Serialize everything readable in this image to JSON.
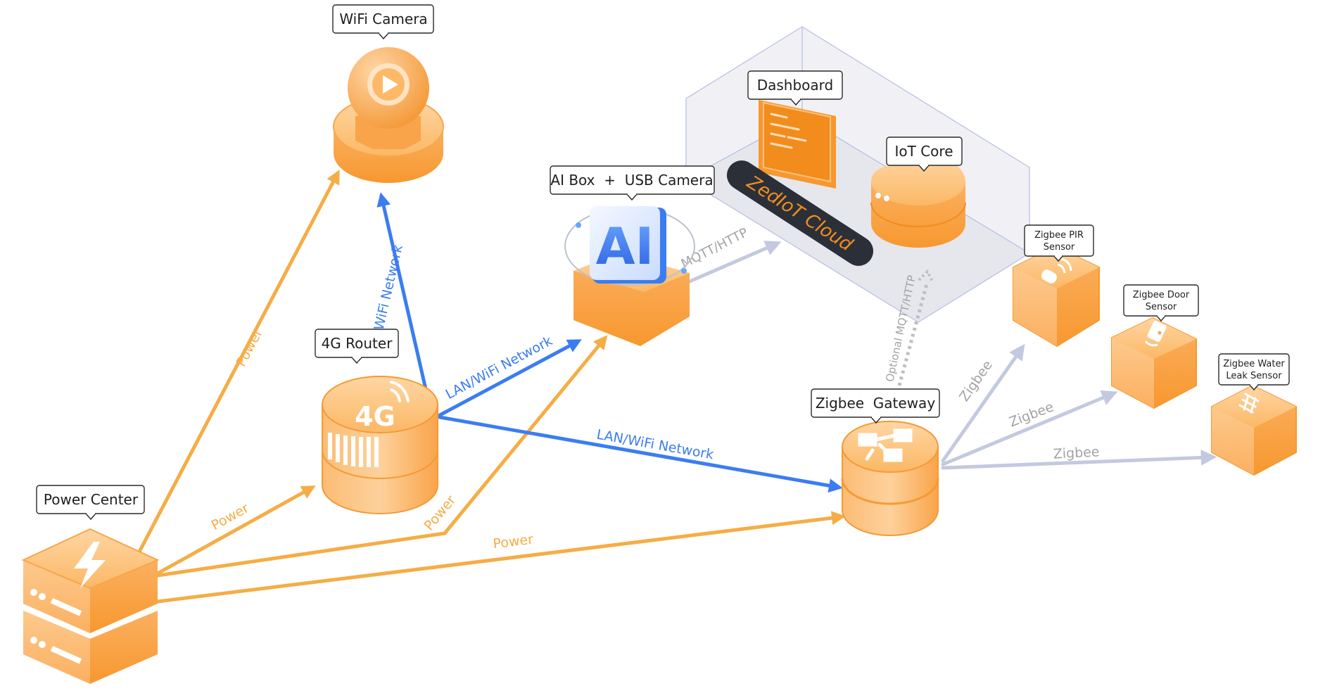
{
  "colors": {
    "orange_light": "#fcc27e",
    "orange_mid": "#f9a44a",
    "orange_dark": "#f28c1d",
    "power_line": "#f5ad45",
    "network_line": "#3b7df1",
    "zigbee_line": "#c3c9de",
    "cloud_box_fill": "#ececf1",
    "cloud_box_stroke": "#b6bde0",
    "cloud_badge": "#2b3038",
    "cloud_badge_text": "#f28c1d"
  },
  "devices": {
    "wifi_camera": "WiFi Camera",
    "router": "4G Router",
    "router_glyph": "4G",
    "ai_box": "AI Box  +  USB Camera",
    "ai_glyph": "AI",
    "dashboard": "Dashboard",
    "iot_core": "IoT Core",
    "power_center": "Power Center",
    "zigbee_gateway": "Zigbee  Gateway",
    "pir_sensor_line1": "Zigbee PIR",
    "pir_sensor_line2": "Sensor",
    "door_sensor_line1": "Zigbee Door",
    "door_sensor_line2": "Sensor",
    "water_sensor_line1": "Zigbee Water",
    "water_sensor_line2": "Leak Sensor"
  },
  "cloud": {
    "name": "ZedIoT Cloud"
  },
  "links": {
    "power_camera": "Power",
    "power_router": "Power",
    "power_aibox": "Power",
    "power_gateway": "Power",
    "wifi_network": "WiFi Network",
    "lan_aibox": "LAN/WiFi Network",
    "lan_gateway": "LAN/WiFi Network",
    "mqtt_aibox": "MQTT/HTTP",
    "mqtt_gateway": "Optional MQTT/HTTP",
    "zigbee_pir": "Zigbee",
    "zigbee_door": "Zigbee",
    "zigbee_water": "Zigbee"
  },
  "icons": {
    "wifi_camera": "play-icon",
    "power_center": "lightning-icon",
    "router": "signal-icon",
    "iot_core": "cloud-icon",
    "zigbee_gateway": "network-icon",
    "pir_sensor": "motion-icon",
    "door_sensor": "door-icon",
    "water_sensor": "water-leak-icon"
  }
}
